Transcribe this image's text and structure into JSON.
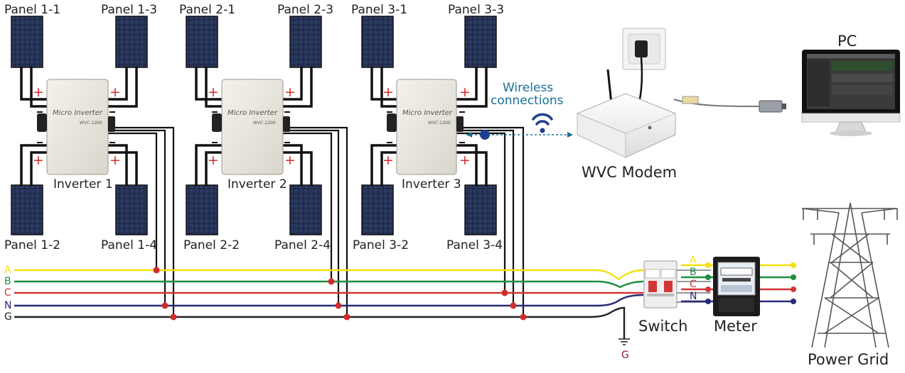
{
  "panels": {
    "p1_1": "Panel 1-1",
    "p1_2": "Panel 1-2",
    "p1_3": "Panel 1-3",
    "p1_4": "Panel 1-4",
    "p2_1": "Panel 2-1",
    "p2_2": "Panel 2-2",
    "p2_3": "Panel 2-3",
    "p2_4": "Panel 2-4",
    "p3_1": "Panel 3-1",
    "p3_2": "Panel 3-2",
    "p3_3": "Panel 3-3",
    "p3_4": "Panel 3-4"
  },
  "inverters": {
    "inv1": "Inverter 1",
    "inv2": "Inverter 2",
    "inv3": "Inverter 3",
    "body_text": "Micro Inverter",
    "model_text": "WVC-1200"
  },
  "wireless": {
    "line1": "Wireless",
    "line2": "connections"
  },
  "modem": "WVC Modem",
  "pc": "PC",
  "switch": "Switch",
  "meter": "Meter",
  "power_grid": "Power Grid",
  "ground_label": "G",
  "wire_labels_left": [
    "A",
    "B",
    "C",
    "N",
    "G"
  ],
  "wire_labels_right": [
    "A",
    "B",
    "C",
    "N"
  ],
  "colors": {
    "A": "#f5e10f",
    "B": "#1e8f3f",
    "C": "#d33636",
    "N": "#262a78",
    "G": "#222222",
    "node": "#d42a2a",
    "accent_blue": "#1a6f9a",
    "plus": "#d42a2a"
  }
}
